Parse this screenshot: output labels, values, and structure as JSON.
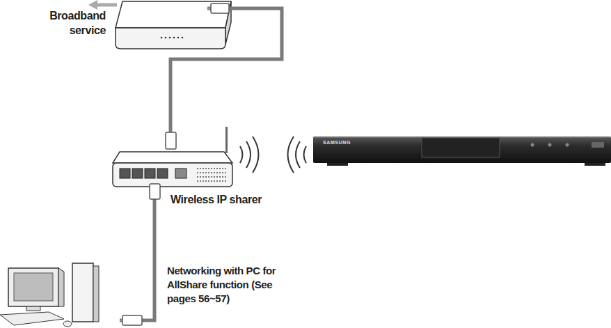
{
  "diagram": {
    "nodes": [
      {
        "text": [
          "Broadband service"
        ]
      },
      {
        "text": [
          "Wireless IP sharer"
        ]
      },
      {
        "text": [
          "SAMSUNG"
        ]
      },
      {
        "text": [
          "Networking with PC for AllShare function (See pages 56~57)"
        ]
      }
    ],
    "edges": [
      {
        "from": 1,
        "to": 0,
        "arrow": "to"
      },
      {
        "from": 1,
        "to": 3,
        "arrow": "to"
      }
    ]
  }
}
